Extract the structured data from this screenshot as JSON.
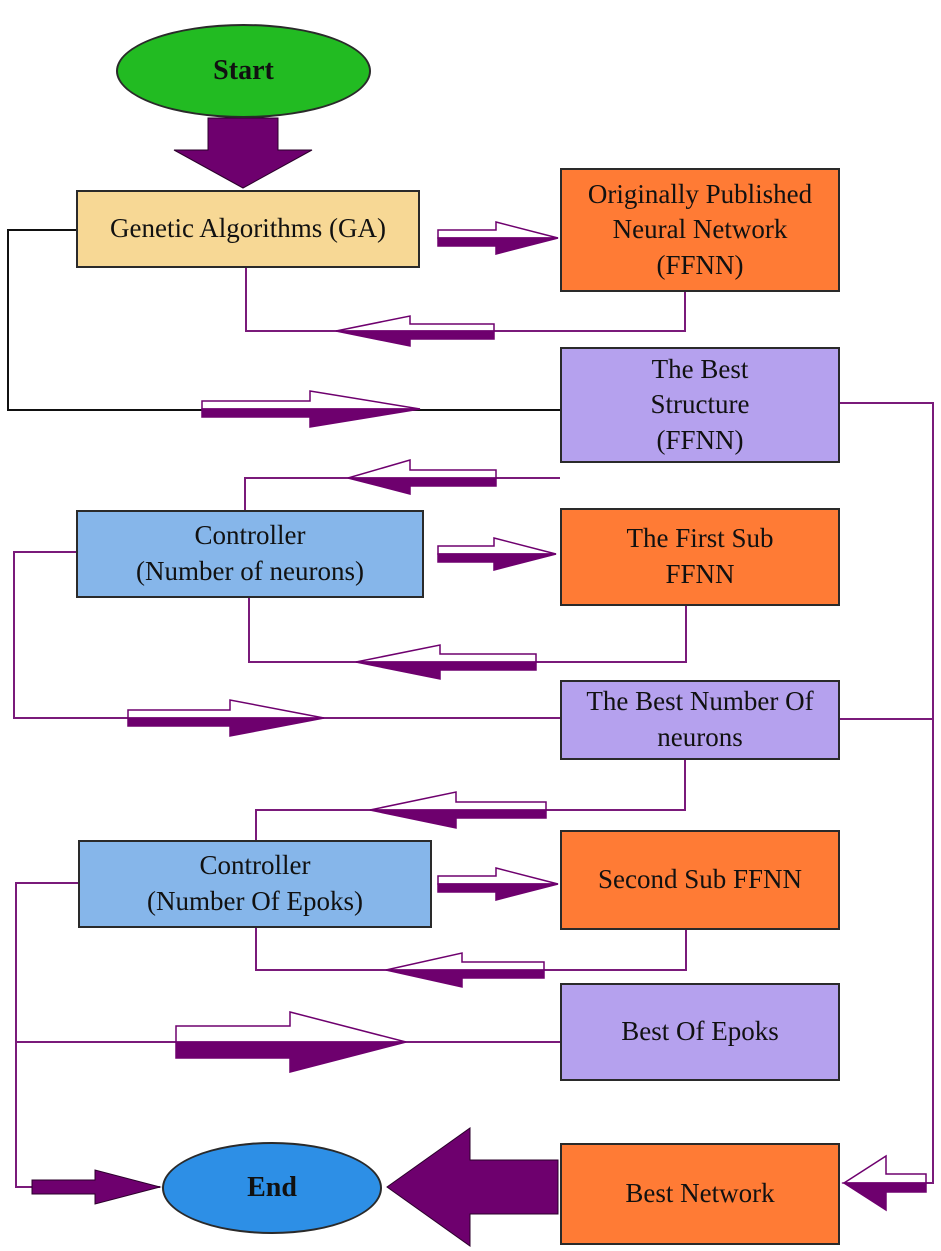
{
  "nodes": {
    "start": "Start",
    "ga": "Genetic Algorithms (GA)",
    "original": "Originally Published\nNeural Network\n(FFNN)",
    "best_structure": "The Best\nStructure\n(FFNN)",
    "controller_neurons": "Controller\n(Number of neurons)",
    "first_sub": "The First Sub\nFFNN",
    "best_neurons": "The Best Number Of\nneurons",
    "controller_epoks": "Controller\n(Number Of Epoks)",
    "second_sub": "Second Sub FFNN",
    "best_epoks": "Best Of Epoks",
    "end": "End",
    "best_network": "Best Network"
  },
  "colors": {
    "start_oval": "#22bb22",
    "end_oval": "#2d8fe6",
    "ga_box": "#f7d895",
    "network_box": "#ff7b35",
    "best_box": "#b5a1ee",
    "controller_box": "#86b6ea",
    "arrow": "#6e006e",
    "line_purple": "#7a1a7a",
    "line_black": "#111111"
  },
  "icons": {
    "flow_arrows": "double-stroke-arrow",
    "main_arrows": "thick-block-arrow"
  }
}
